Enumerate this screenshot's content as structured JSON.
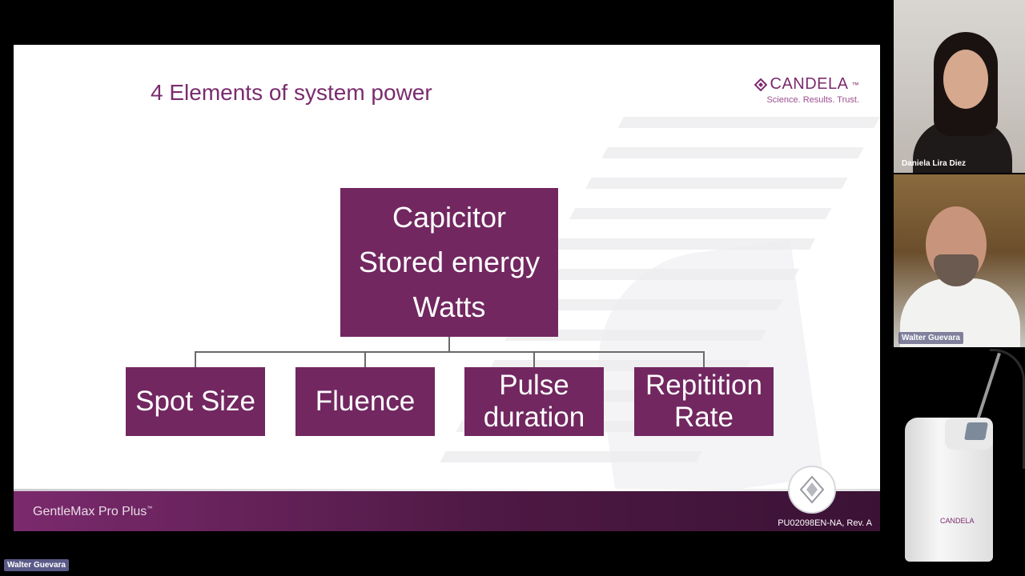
{
  "slide": {
    "title": "4 Elements of system power",
    "brand": {
      "name": "CANDELA",
      "trademark": "™",
      "tagline": "Science. Results. Trust."
    },
    "top_box": {
      "lines": [
        "Capicitor",
        "Stored energy",
        "Watts"
      ]
    },
    "bottom_boxes": [
      {
        "lines": [
          "Spot Size"
        ]
      },
      {
        "lines": [
          "Fluence"
        ]
      },
      {
        "lines": [
          "Pulse",
          "duration"
        ]
      },
      {
        "lines": [
          "Repitition",
          "Rate"
        ]
      }
    ],
    "footer": {
      "product": "GentleMax Pro Plus",
      "product_mark": "™",
      "doc_ref": "PU02098EN-NA, Rev. A"
    },
    "colors": {
      "accent": "#722760",
      "title": "#7a2b6e"
    }
  },
  "participants": [
    {
      "name": "Daniela Lira Diez"
    },
    {
      "name": "Walter Guevara"
    }
  ],
  "device_panel": {
    "logo": "CANDELA"
  },
  "active_speaker": {
    "name": "Walter Guevara"
  }
}
